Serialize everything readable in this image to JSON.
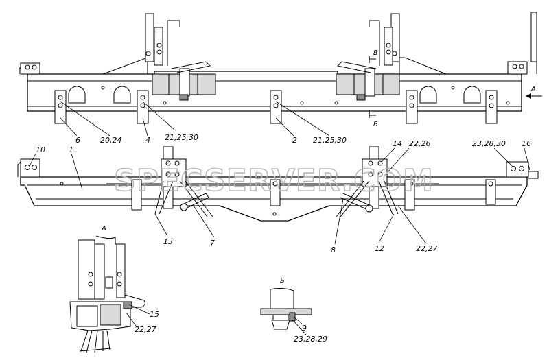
{
  "watermark": "SPECSERVER.COM",
  "view_labels": {
    "section_b_top": "В",
    "section_b_bottom": "В",
    "arrow_a": "А",
    "detail_a": "А",
    "detail_b": "Б"
  },
  "callouts": {
    "c6": "6",
    "c20_24": "20,24",
    "c4": "4",
    "c21_25_30_left": "21,25,30",
    "c2": "2",
    "c21_25_30_right": "21,25,30",
    "c10": "10",
    "c1": "1",
    "c14": "14",
    "c22_26": "22,26",
    "c23_28_30": "23,28,30",
    "c16": "16",
    "c13": "13",
    "c7": "7",
    "c8": "8",
    "c12": "12",
    "c22_27_right": "22,27",
    "c15": "15",
    "c22_27_detail": "22,27",
    "c9": "9",
    "c23_28_29": "23,28,29"
  }
}
